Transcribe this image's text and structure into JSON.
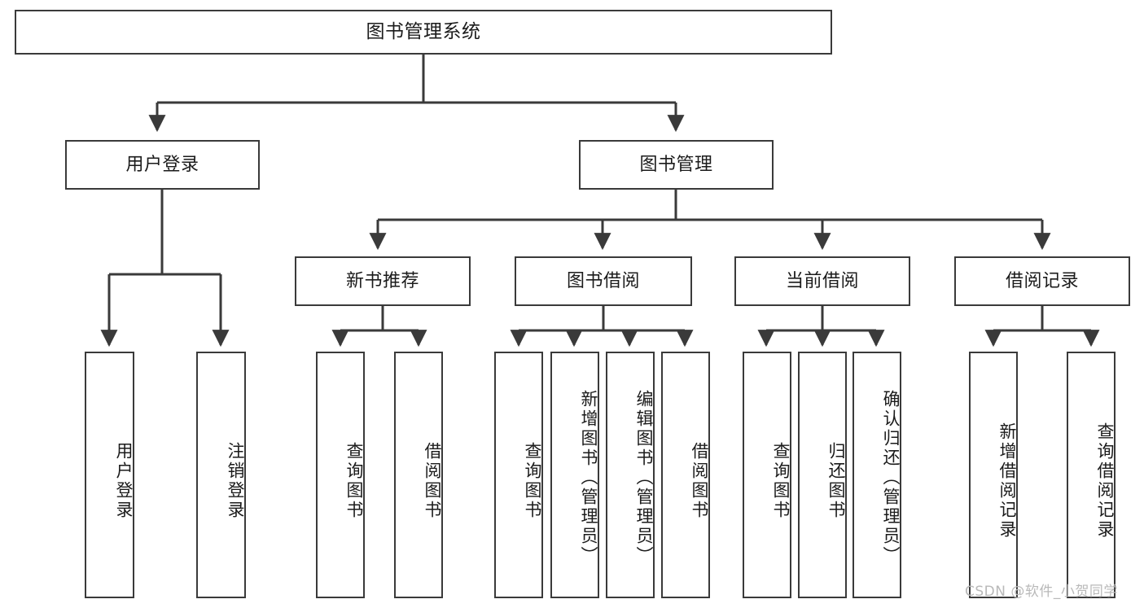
{
  "diagram": {
    "type": "tree",
    "title": "图书管理系统",
    "root": {
      "label": "图书管理系统"
    },
    "level1": [
      {
        "label": "用户登录"
      },
      {
        "label": "图书管理"
      }
    ],
    "level2": [
      {
        "label": "新书推荐"
      },
      {
        "label": "图书借阅"
      },
      {
        "label": "当前借阅"
      },
      {
        "label": "借阅记录"
      }
    ],
    "leaves": {
      "user_login": [
        {
          "label": "用户登录"
        },
        {
          "label": "注销登录"
        }
      ],
      "new_book_recommend": [
        {
          "label": "查询图书"
        },
        {
          "label": "借阅图书"
        }
      ],
      "book_borrow": [
        {
          "label": "查询图书"
        },
        {
          "label": "新增图书（管理员）"
        },
        {
          "label": "编辑图书（管理员）"
        },
        {
          "label": "借阅图书"
        }
      ],
      "current_borrow": [
        {
          "label": "查询图书"
        },
        {
          "label": "归还图书"
        },
        {
          "label": "确认归还（管理员）"
        }
      ],
      "borrow_record": [
        {
          "label": "新增借阅记录"
        },
        {
          "label": "查询借阅记录"
        }
      ]
    },
    "watermark": "CSDN @软件_小贺同学",
    "colors": {
      "stroke": "#3a3a3a",
      "background": "#ffffff",
      "text": "#1b1b1b",
      "watermark": "#b9b9b9"
    }
  }
}
